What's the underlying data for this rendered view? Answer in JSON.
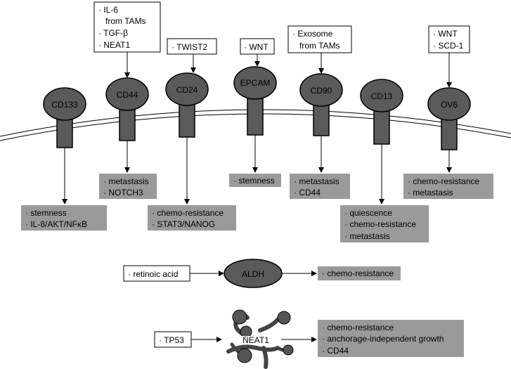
{
  "receptors": [
    {
      "name": "CD133"
    },
    {
      "name": "CD44"
    },
    {
      "name": "CD24"
    },
    {
      "name": "EPCAM"
    },
    {
      "name": "CD90"
    },
    {
      "name": "CD13"
    },
    {
      "name": "OV6"
    }
  ],
  "regulators": {
    "cd44": [
      "· IL-6",
      "   from TAMs",
      "· TGF-β",
      "· NEAT1"
    ],
    "cd24": [
      "· TWIST2"
    ],
    "epcam": [
      "· WNT"
    ],
    "cd90": [
      "· Exosome",
      "   from TAMs"
    ],
    "ov6": [
      "· WNT",
      "· SCD-1"
    ]
  },
  "outcomes": {
    "cd133": [
      "· stemness",
      "· IL-8/AKT/NFκB"
    ],
    "cd44": [
      "· metastasis",
      "· NOTCH3"
    ],
    "cd24": [
      "· chemo-resistance",
      "· STAT3/NANOG"
    ],
    "epcam": [
      "· stemness"
    ],
    "cd90": [
      "· metastasis",
      "· CD44"
    ],
    "cd13": [
      "· quiescence",
      "· chemo-resistance",
      "· metastasis"
    ],
    "ov6": [
      "· chemo-resistance",
      "· metastasis"
    ]
  },
  "aldh": {
    "name": "ALDH",
    "input": "· retinoic acid",
    "output": "· chemo-resistance"
  },
  "neat1": {
    "name": "NEAT1",
    "input": "· TP53",
    "outputs": [
      "· chemo-resistance",
      "· anchorage-independent growth",
      "· CD44"
    ]
  }
}
